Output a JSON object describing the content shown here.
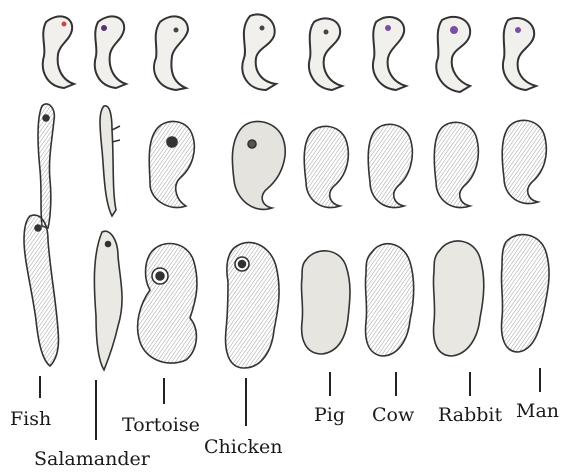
{
  "labels": {
    "fish": "Fish",
    "salamander": "Salamander",
    "tortoise": "Tortoise",
    "chicken": "Chicken",
    "pig": "Pig",
    "cow": "Cow",
    "rabbit": "Rabbit",
    "man": "Man"
  },
  "colors": {
    "ink": "#2a2a2a",
    "fill_light": "#ecebe6",
    "fill_mid": "#d8d6cf",
    "eye_accent": "#7a4fa0"
  }
}
